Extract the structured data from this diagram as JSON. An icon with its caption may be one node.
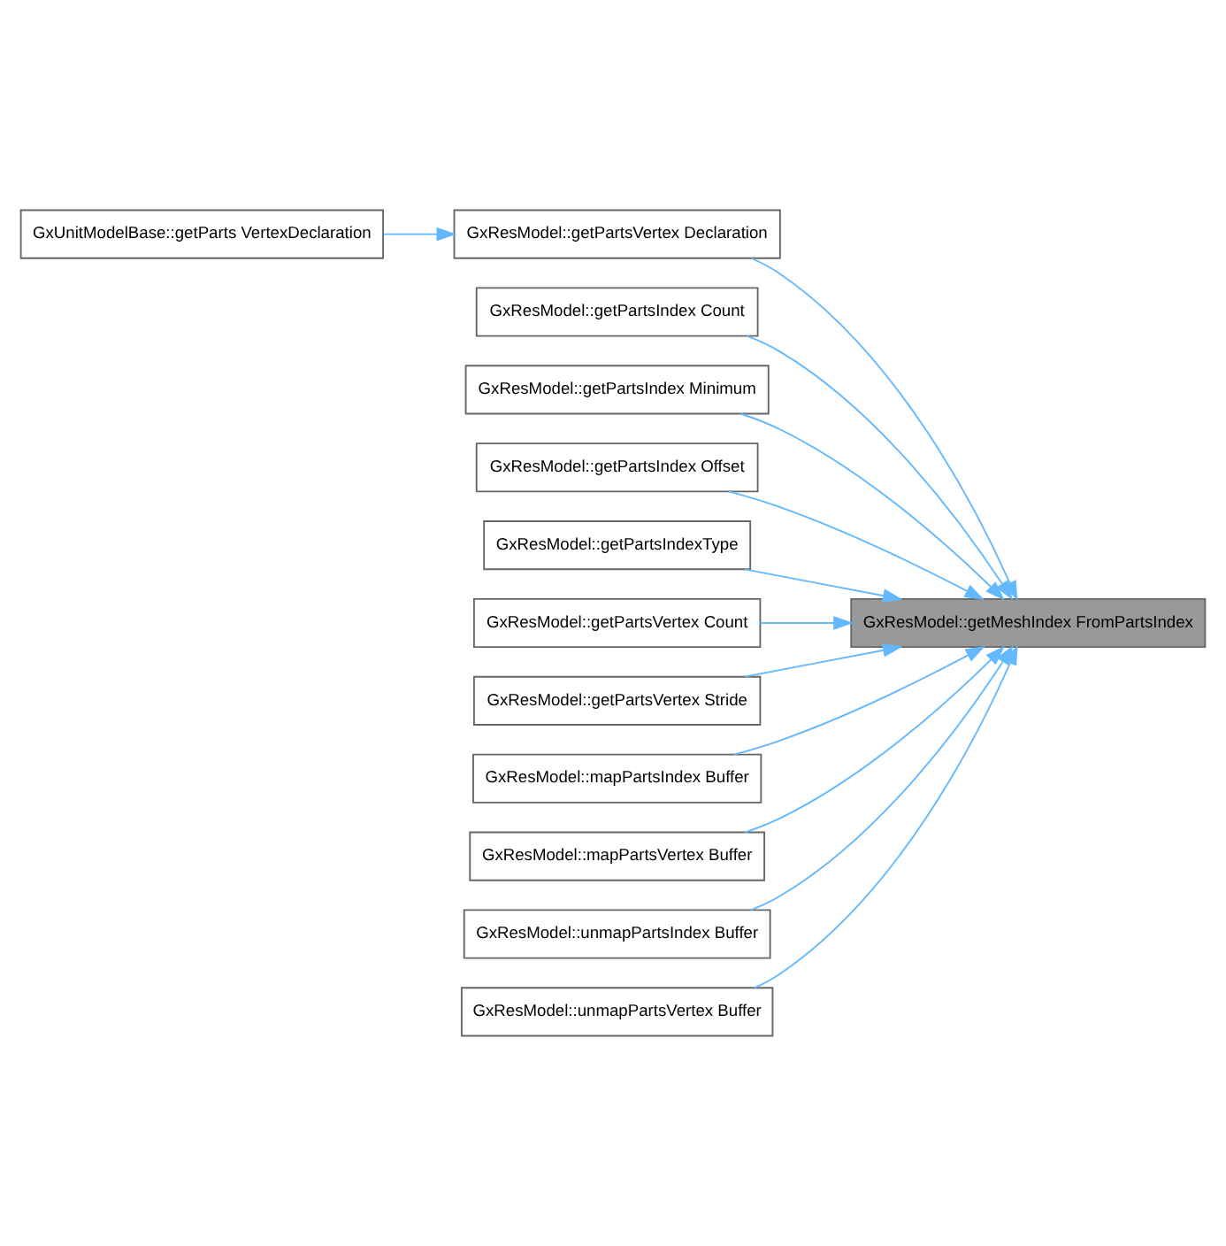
{
  "diagram": {
    "nodes": [
      {
        "text": [
          "GxUnitModelBase::getParts VertexDeclaration"
        ]
      },
      {
        "text": [
          "GxResModel::getPartsIndex Count"
        ]
      },
      {
        "text": [
          "GxResModel::getPartsIndex Minimum"
        ]
      },
      {
        "text": [
          "GxResModel::getPartsIndex Offset"
        ]
      },
      {
        "text": [
          "GxResModel::getPartsIndexType"
        ]
      },
      {
        "text": [
          "GxResModel::getPartsVertex Count"
        ]
      },
      {
        "text": [
          "GxResModel::getPartsVertex Declaration"
        ]
      },
      {
        "text": [
          "GxResModel::getPartsVertex Stride"
        ]
      },
      {
        "text": [
          "GxResModel::mapPartsIndex Buffer"
        ]
      },
      {
        "text": [
          "GxResModel::mapPartsVertex Buffer"
        ]
      },
      {
        "text": [
          "GxResModel::unmapPartsIndex Buffer"
        ]
      },
      {
        "text": [
          "GxResModel::unmapPartsVertex Buffer"
        ]
      },
      {
        "text": [
          "GxResModel::getMeshIndex FromPartsIndex"
        ]
      }
    ],
    "edges": [
      {
        "from": 1,
        "to": 12,
        "arrow": "to"
      },
      {
        "from": 2,
        "to": 12,
        "arrow": "to"
      },
      {
        "from": 3,
        "to": 12,
        "arrow": "to"
      },
      {
        "from": 4,
        "to": 12,
        "arrow": "to"
      },
      {
        "from": 5,
        "to": 12,
        "arrow": "to"
      },
      {
        "from": 6,
        "to": 12,
        "arrow": "to"
      },
      {
        "from": 0,
        "to": 6,
        "arrow": "to"
      },
      {
        "from": 7,
        "to": 12,
        "arrow": "to"
      },
      {
        "from": 8,
        "to": 12,
        "arrow": "to"
      },
      {
        "from": 9,
        "to": 12,
        "arrow": "to"
      },
      {
        "from": 10,
        "to": 12,
        "arrow": "to"
      },
      {
        "from": 11,
        "to": 12,
        "arrow": "to"
      }
    ]
  }
}
